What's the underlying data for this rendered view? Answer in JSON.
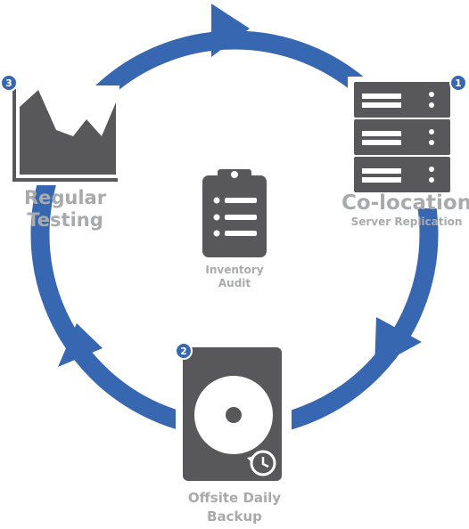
{
  "colors": {
    "cycle": "#3867b2",
    "icon": "#58585a",
    "label": "#a9aaab",
    "badge": "#3867b2",
    "badge_text": "#ffffff",
    "background": "#ffffff"
  },
  "steps": [
    {
      "number": "1",
      "title": "Co-location",
      "subtitle": "Server Replication",
      "icon": "server-rack-icon"
    },
    {
      "number": "2",
      "title_line1": "Offsite Daily",
      "title_line2": "Backup",
      "icon": "hard-drive-history-icon"
    },
    {
      "number": "3",
      "title_line1": "Regular",
      "title_line2": "Testing",
      "icon": "chart-icon"
    }
  ],
  "center": {
    "title_line1": "Inventory",
    "title_line2": "Audit",
    "icon": "clipboard-icon"
  },
  "cycle": {
    "direction": "clockwise",
    "arrows": 3
  }
}
